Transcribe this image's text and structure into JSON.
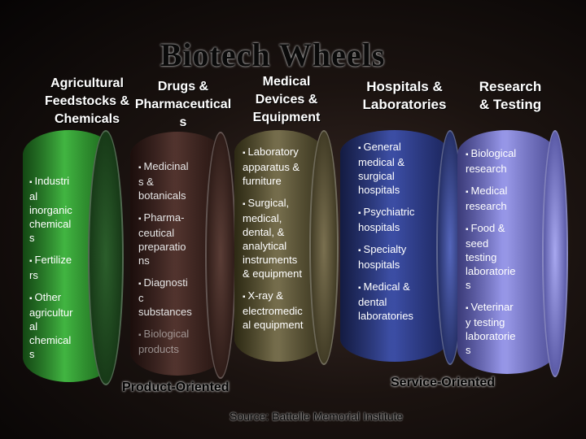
{
  "title": "Biotech Wheels",
  "headings": {
    "agricultural": "Agricultural\nFeedstocks &\nChemicals",
    "drugs": "Drugs &\nPharmaceutical\ns",
    "medical": "Medical\nDevices &\nEquipment",
    "hospitals": "Hospitals &\nLaboratories",
    "research": "Research\n& Testing"
  },
  "wheels": {
    "agricultural": [
      "Industri\nal\ninorganic\nchemical\ns",
      "Fertilize\nrs",
      "Other\nagricultur\nal\nchemical\ns"
    ],
    "drugs": [
      "Medicinal\ns &\nbotanicals",
      "Pharma-\nceutical\npreparatio\nns",
      "Diagnosti\nc\nsubstances",
      "Biological\nproducts"
    ],
    "medical": [
      "Laboratory\napparatus &\nfurniture",
      "Surgical,\nmedical,\ndental, &\nanalytical\ninstruments\n& equipment",
      "X-ray &\nelectromedic\nal equipment"
    ],
    "hospitals": [
      "General\nmedical &\nsurgical\nhospitals",
      "Psychiatric\nhospitals",
      "Specialty\nhospitals",
      "Medical &\ndental\nlaboratories"
    ],
    "research": [
      "Biological\nresearch",
      "Medical\nresearch",
      "Food &\nseed\ntesting\nlaboratorie\ns",
      "Veterinar\ny testing\nlaboratorie\ns"
    ]
  },
  "labels": {
    "product": "Product-Oriented",
    "service": "Service-Oriented",
    "source": "Source: Battelle Memorial Institute"
  },
  "colors": {
    "agricultural": "#2f9a2f",
    "drugs": "#3a1f1b",
    "medical": "#5e5634",
    "hospitals": "#2c3a86",
    "research": "#7c7cd8"
  },
  "bullet": "▪"
}
